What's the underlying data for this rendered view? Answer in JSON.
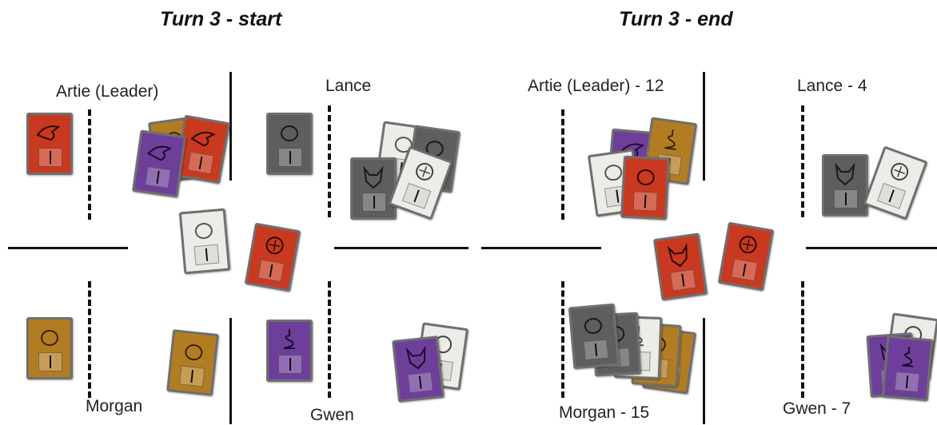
{
  "panels": {
    "left": {
      "title": "Turn 3 - start",
      "players": {
        "artie": "Artie (Leader)",
        "lance": "Lance",
        "morgan": "Morgan",
        "gwen": "Gwen"
      }
    },
    "right": {
      "title": "Turn 3 - end",
      "players": {
        "artie": "Artie (Leader) - 12",
        "lance": "Lance - 4",
        "morgan": "Morgan - 15",
        "gwen": "Gwen - 7"
      }
    }
  },
  "colors": {
    "red": "#c9391f",
    "purple": "#6e3f9a",
    "gold": "#b27d22",
    "grey": "#5e5e5e",
    "white": "#ecece9"
  }
}
